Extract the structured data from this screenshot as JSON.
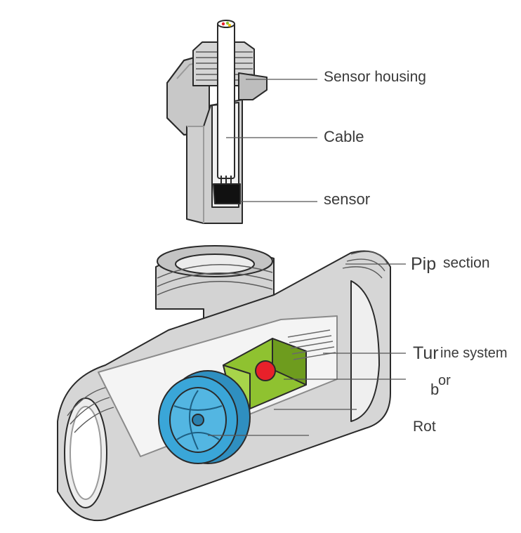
{
  "labels": {
    "sensor_housing": "Sensor housing",
    "cable": "Cable",
    "sensor": "sensor",
    "pipe_a": "Pip",
    "pipe_b": "section",
    "turbine_a": "Tur",
    "turbine_b": "ine system",
    "bor_b": "b",
    "bor_or": "or",
    "rotor": "Rot"
  },
  "colors": {
    "housing": "#d3d3d3",
    "housing_dark": "#9a9a9a",
    "outline": "#2a2a2a",
    "rotor": "#3aa6d8",
    "turbine": "#8fc230",
    "magnet": "#e8202a",
    "sensor_tip": "#111111",
    "leader": "#555555"
  }
}
